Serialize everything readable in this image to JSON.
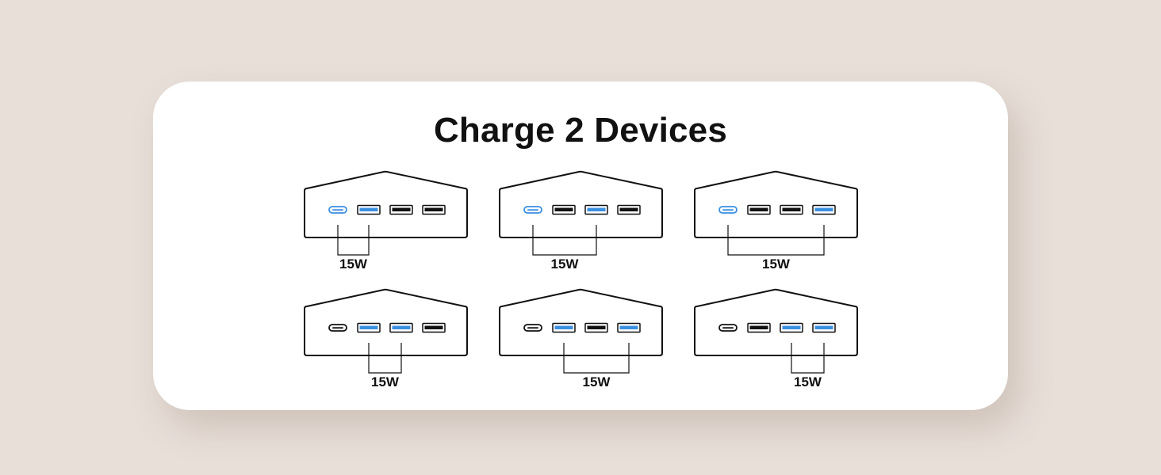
{
  "title": "Charge 2 Devices",
  "colors": {
    "background": "#e8dfd9",
    "card": "#ffffff",
    "active_port": "#3b8fe0",
    "inactive_port": "#111111"
  },
  "port_labels": [
    "USB-C",
    "USB-A1",
    "USB-A2",
    "USB-A3"
  ],
  "combinations": [
    {
      "active": [
        "USB-C",
        "USB-A1"
      ],
      "power": "15W"
    },
    {
      "active": [
        "USB-C",
        "USB-A2"
      ],
      "power": "15W"
    },
    {
      "active": [
        "USB-C",
        "USB-A3"
      ],
      "power": "15W"
    },
    {
      "active": [
        "USB-A1",
        "USB-A2"
      ],
      "power": "15W"
    },
    {
      "active": [
        "USB-A1",
        "USB-A3"
      ],
      "power": "15W"
    },
    {
      "active": [
        "USB-A2",
        "USB-A3"
      ],
      "power": "15W"
    }
  ]
}
